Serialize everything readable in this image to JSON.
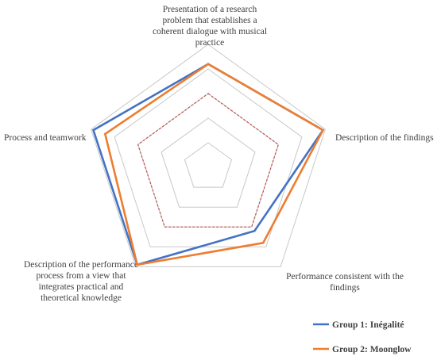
{
  "chart_data": {
    "type": "radar",
    "axes": [
      [
        "Presentation of a research",
        "problem that establishes a",
        "coherent dialogue with musical",
        "practice"
      ],
      [
        "Description of the findings"
      ],
      [
        "Performance consistent with the",
        "findings"
      ],
      [
        "Description of the performance",
        "process from a view that",
        "integrates practical and",
        "theoretical knowledge"
      ],
      [
        "Process and teamwork"
      ]
    ],
    "rlim": [
      0,
      5
    ],
    "gridlines": 5,
    "series": [
      {
        "name": "Group 1: Inégalité",
        "color": "#4472C4",
        "values": [
          4.2,
          4.9,
          3.2,
          4.9,
          4.9
        ]
      },
      {
        "name": "Group 2: Moonglow",
        "color": "#ED7D31",
        "values": [
          4.2,
          4.9,
          3.8,
          4.9,
          4.4
        ]
      }
    ],
    "reference": {
      "style": "dashed",
      "color": "#C0504D",
      "values": [
        3.0,
        3.0,
        3.0,
        3.0,
        3.0
      ]
    },
    "legend_position": "bottom-right"
  }
}
